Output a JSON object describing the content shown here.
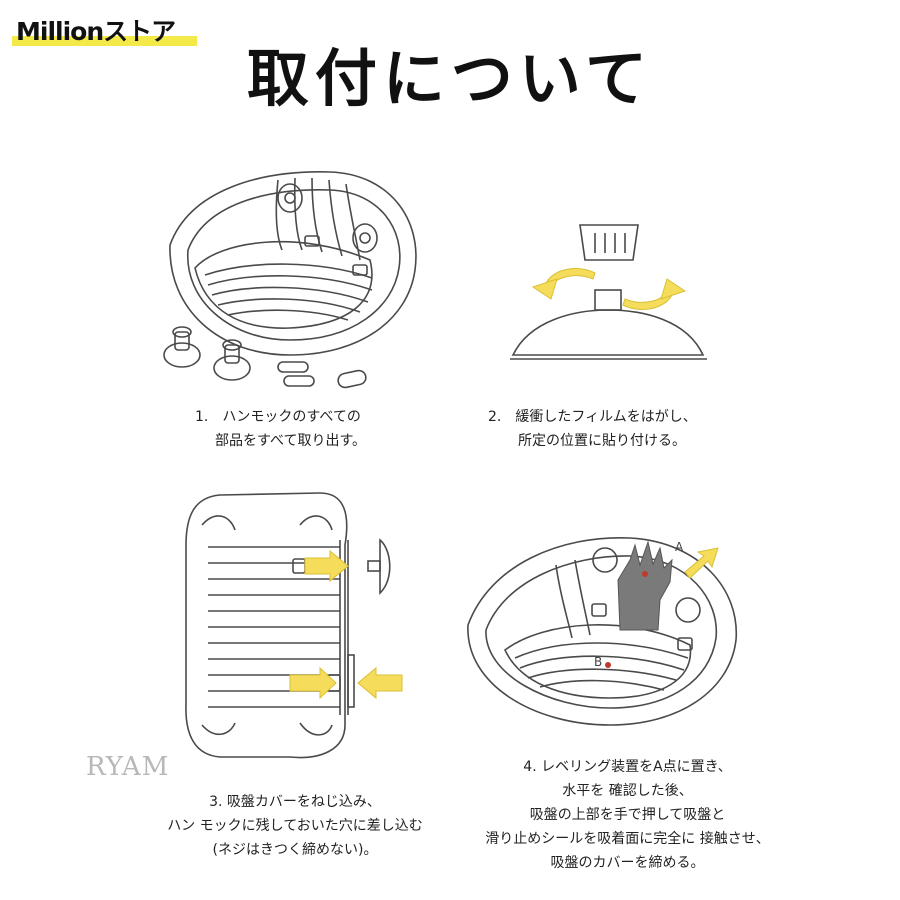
{
  "brand": {
    "text": "Millionストア",
    "accent_color": "#f3ea4a"
  },
  "title": "取付について",
  "watermark": "RYAM",
  "steps": [
    {
      "lines": [
        "1.　ハンモックのすべての",
        "部品をすべて取り出す。"
      ]
    },
    {
      "lines": [
        "2.　緩衝したフィルムをはがし、",
        "所定の位置に貼り付ける。"
      ]
    },
    {
      "lines": [
        "3. 吸盤カバーをねじ込み、",
        "ハン モックに残しておいた穴に差し込む",
        "(ネジはきつく締めない)。"
      ]
    },
    {
      "lines": [
        "4. レベリング装置をA点に置き、",
        "水平を 確認した後、",
        "吸盤の上部を手で押して吸盤と",
        "滑り止めシールを吸着面に完全に 接触させ、",
        "吸盤のカバーを締める。"
      ]
    }
  ],
  "labels": {
    "point_a": "A",
    "point_b": "B"
  },
  "colors": {
    "arrow": "#f5dc5a",
    "line": "#4a4a4a",
    "point": "#c0392b"
  }
}
